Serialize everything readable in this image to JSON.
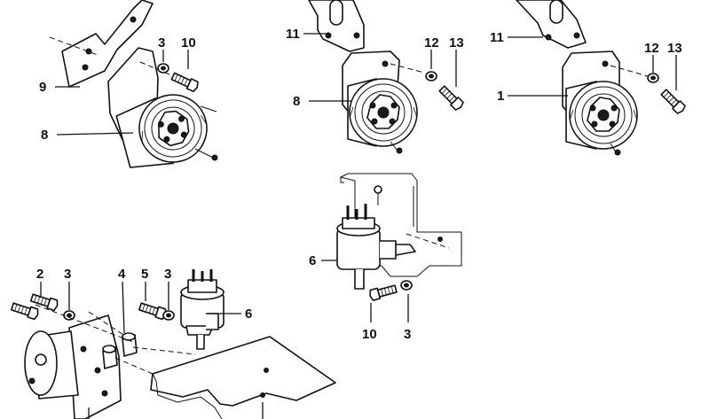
{
  "labels": [
    {
      "id": "a-9",
      "text": "9"
    },
    {
      "id": "a-3",
      "text": "3"
    },
    {
      "id": "a-10",
      "text": "10"
    },
    {
      "id": "a-8",
      "text": "8"
    },
    {
      "id": "b-11",
      "text": "11"
    },
    {
      "id": "b-8",
      "text": "8"
    },
    {
      "id": "b-12",
      "text": "12"
    },
    {
      "id": "b-13",
      "text": "13"
    },
    {
      "id": "c-11",
      "text": "11"
    },
    {
      "id": "c-1",
      "text": "1"
    },
    {
      "id": "c-12",
      "text": "12"
    },
    {
      "id": "c-13",
      "text": "13"
    },
    {
      "id": "d-6",
      "text": "6"
    },
    {
      "id": "d-10",
      "text": "10"
    },
    {
      "id": "d-3",
      "text": "3"
    },
    {
      "id": "e-2",
      "text": "2"
    },
    {
      "id": "e-3a",
      "text": "3"
    },
    {
      "id": "e-4",
      "text": "4"
    },
    {
      "id": "e-5",
      "text": "5"
    },
    {
      "id": "e-3b",
      "text": "3"
    },
    {
      "id": "e-6",
      "text": "6"
    }
  ]
}
